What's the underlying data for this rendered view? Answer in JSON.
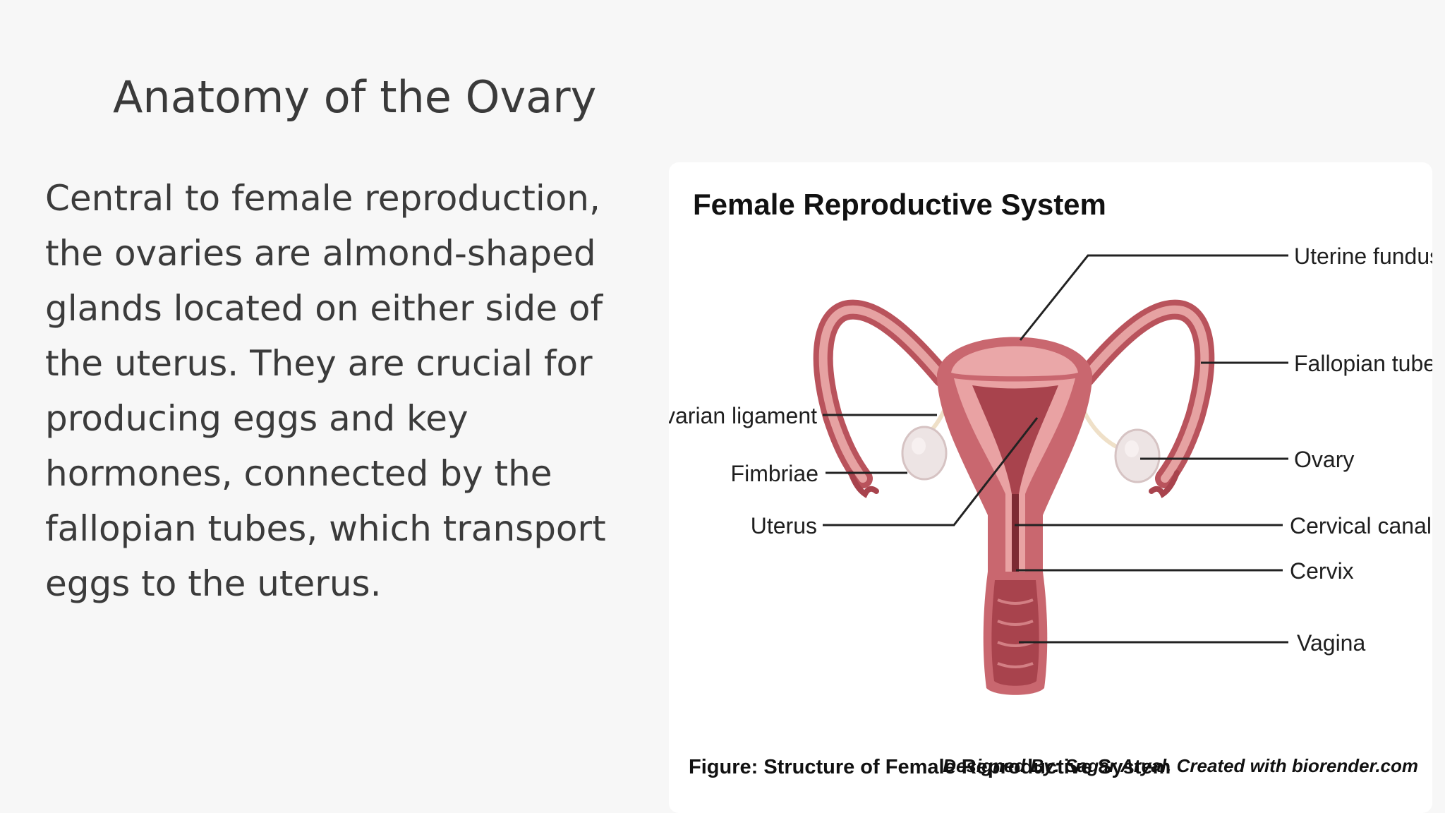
{
  "slide": {
    "title": "Anatomy of the Ovary",
    "body": "Central to female reproduction, the ovaries are almond-shaped glands located on either side of the uterus. They are crucial for producing eggs and key hormones, connected by the fallopian tubes, which transport eggs to the uterus."
  },
  "figure": {
    "title": "Female Reproductive System",
    "labels": {
      "uterine_fundus": "Uterine fundus",
      "fallopian_tube": "Fallopian tube",
      "ovary": "Ovary",
      "cervical_canal": "Cervical canal",
      "cervix": "Cervix",
      "vagina": "Vagina",
      "ovarian_ligament": "Ovarian ligament",
      "fimbriae": "Fimbriae",
      "uterus": "Uterus"
    },
    "caption": "Figure: Structure of Female Reproductive System",
    "credit": "Designed By: Sagar Aryal. Created with biorender.com"
  },
  "colors": {
    "background": "#f7f7f7",
    "card": "#ffffff",
    "tissue_outer": "#c9676f",
    "tissue_inner": "#e9a2a3",
    "tissue_dark": "#a8434d",
    "ovary": "#ede4e4"
  }
}
